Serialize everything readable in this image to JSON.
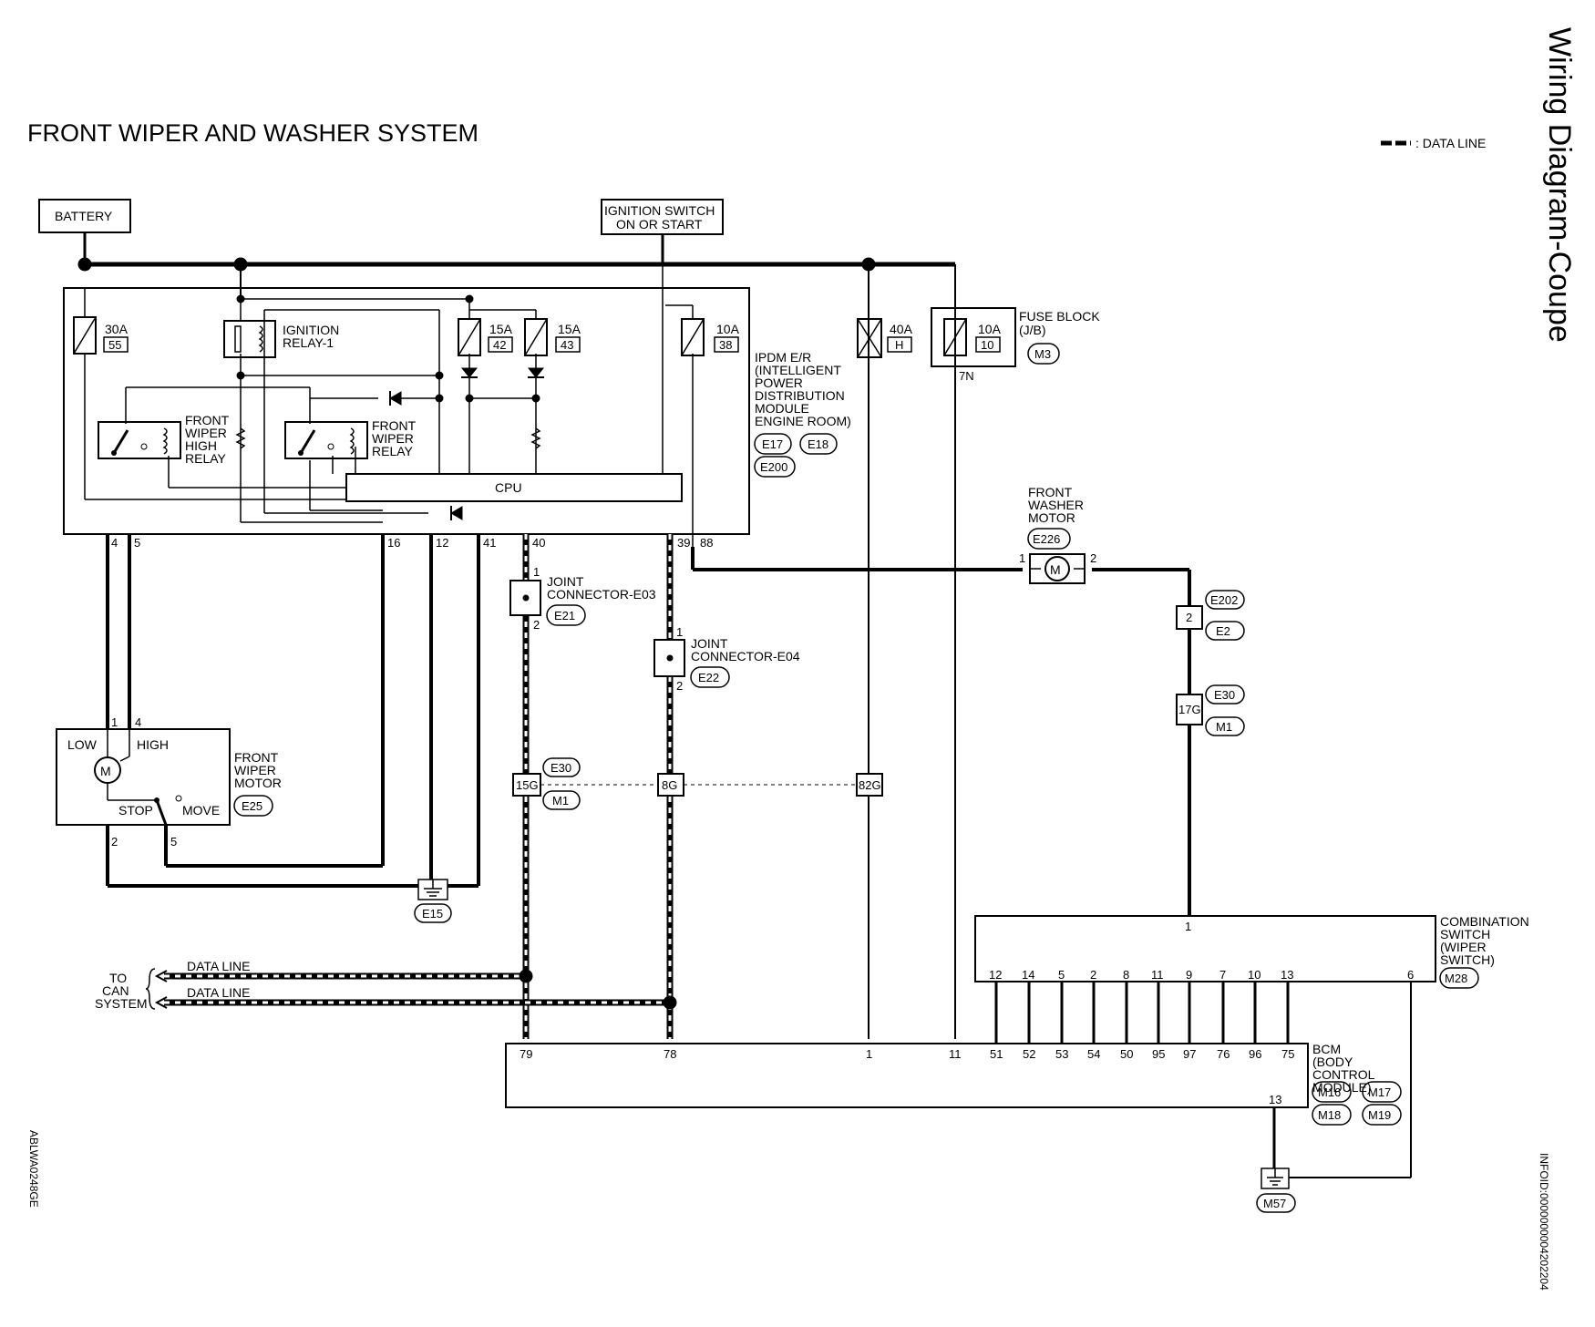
{
  "title": "FRONT WIPER AND WASHER SYSTEM",
  "side_title": "Wiring Diagram-Coupe",
  "legend_label": ": DATA LINE",
  "image_code": "ABLWA0248GE",
  "info_id": "INFOID:0000000004202204",
  "battery": "BATTERY",
  "ignition_switch": [
    "IGNITION SWITCH",
    "ON OR START"
  ],
  "fuses": {
    "f30a": {
      "rating": "30A",
      "no": "55"
    },
    "f15a_42": {
      "rating": "15A",
      "no": "42"
    },
    "f15a_43": {
      "rating": "15A",
      "no": "43"
    },
    "f10a_38": {
      "rating": "10A",
      "no": "38"
    },
    "f40a_h": {
      "rating": "40A",
      "no": "H"
    },
    "f10a_10": {
      "rating": "10A",
      "no": "10"
    }
  },
  "ignition_relay": [
    "IGNITION",
    "RELAY-1"
  ],
  "high_relay": [
    "FRONT",
    "WIPER",
    "HIGH",
    "RELAY"
  ],
  "wiper_relay": [
    "FRONT",
    "WIPER",
    "RELAY"
  ],
  "cpu": "CPU",
  "ipdm": [
    "IPDM E/R",
    "(INTELLIGENT",
    "POWER",
    "DISTRIBUTION",
    "MODULE",
    "ENGINE ROOM)"
  ],
  "ipdm_connectors": [
    "E17",
    "E18",
    "E200"
  ],
  "fuse_block": [
    "FUSE BLOCK",
    "(J/B)"
  ],
  "fuse_block_connector": "M3",
  "fuse_block_pin": "7N",
  "ipdm_pins": [
    "4",
    "5",
    "16",
    "12",
    "41",
    "40",
    "39",
    "88"
  ],
  "washer_motor": [
    "FRONT",
    "WASHER",
    "MOTOR"
  ],
  "washer_motor_connector": "E226",
  "washer_pins": [
    "1",
    "2"
  ],
  "joint_e03": [
    "JOINT",
    "CONNECTOR-E03"
  ],
  "joint_e03_connector": "E21",
  "joint_e04": [
    "JOINT",
    "CONNECTOR-E04"
  ],
  "joint_e04_connector": "E22",
  "joint_pins": [
    "1",
    "2"
  ],
  "wiper_motor": [
    "FRONT",
    "WIPER",
    "MOTOR"
  ],
  "wiper_motor_connector": "E25",
  "wiper_motor_labels": {
    "low": "LOW",
    "high": "HIGH",
    "stop": "STOP",
    "move": "MOVE"
  },
  "wiper_motor_pins": [
    "1",
    "4",
    "2",
    "5"
  ],
  "ground_e15": "E15",
  "ground_m57": "M57",
  "motor_symbol": "M",
  "inline_connectors": {
    "c1": "15G",
    "c2": "8G",
    "c3": "82G",
    "c4": "2",
    "c5": "17G",
    "tag_e30": "E30",
    "tag_m1": "M1",
    "tag_e202": "E202",
    "tag_e2": "E2"
  },
  "data_line": "DATA LINE",
  "to_can": [
    "TO",
    "CAN",
    "SYSTEM"
  ],
  "combination_switch": [
    "COMBINATION",
    "SWITCH",
    "(WIPER",
    "SWITCH)"
  ],
  "combination_switch_connector": "M28",
  "combination_pins": [
    "12",
    "14",
    "5",
    "2",
    "8",
    "11",
    "9",
    "7",
    "10",
    "13",
    "6"
  ],
  "combination_top_pin": "1",
  "bcm": [
    "BCM",
    "(BODY",
    "CONTROL",
    "MODULE)"
  ],
  "bcm_connectors": [
    "M16",
    "M17",
    "M18",
    "M19"
  ],
  "bcm_pins": [
    "79",
    "78",
    "1",
    "11",
    "51",
    "52",
    "53",
    "54",
    "50",
    "95",
    "97",
    "76",
    "96",
    "75",
    "13"
  ]
}
